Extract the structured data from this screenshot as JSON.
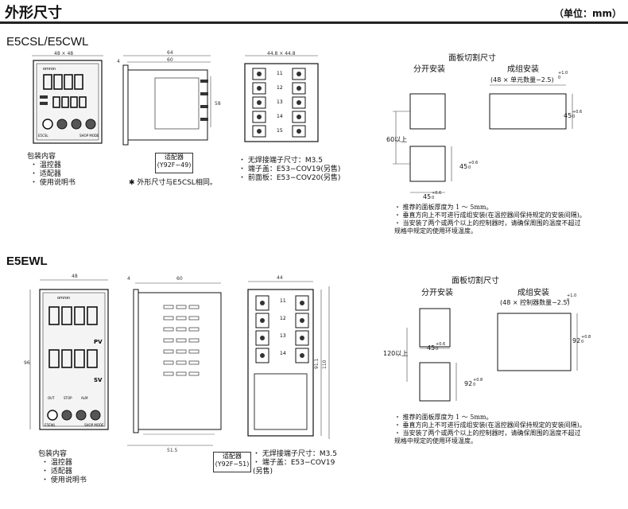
{
  "header": {
    "title": "外形尺寸",
    "unit": "（单位：mm）"
  },
  "section1": {
    "model": "E5CSL/E5CWL",
    "front": {
      "dim_w": "48 × 48",
      "brand": "omron",
      "model_tag": "E5CSL",
      "mode": "SHOP MODE"
    },
    "side": {
      "dim_4": "4",
      "dim_64": "64",
      "dim_60": "60",
      "dim_58": "58",
      "adapter": [
        "适配器",
        "(Y92F−49)"
      ]
    },
    "back": {
      "dim_w": "44.8 × 44.8",
      "terminals": [
        "11",
        "12",
        "13",
        "14",
        "15"
      ]
    },
    "package": {
      "title": "包装内容",
      "items": [
        "・ 温控器",
        "・ 适配器",
        "・ 使用说明书"
      ]
    },
    "same_note": "✱ 外形尺寸与E5CSL相同。",
    "spec": [
      "・ 无焊接端子尺寸：M3.5",
      "・ 端子盖：E53−COV19(另售)",
      "・ 前面板：E53−COV20(另售)"
    ],
    "cutout": {
      "title": "面板切割尺寸",
      "separate": "分开安装",
      "group": "成组安装",
      "group_dim": "(48 × 单元数量−2.5)",
      "tol_1": "+1.0",
      "tol_0": "0",
      "dim_45": "45",
      "tol_06": "+0.6",
      "dim_60": "60以上"
    },
    "notes": [
      "・ 推荐的面板厚度为 1 ～ 5mm。",
      "・ 垂直方向上不可进行成组安装(在温控器间保持规定的安装间隔)。",
      "・ 当安装了两个或两个以上的控制器时，请确保周围的温度不超过",
      "   规格中规定的使用环境温度。"
    ]
  },
  "section2": {
    "model": "E5EWL",
    "front": {
      "dim_48": "48",
      "dim_96": "96",
      "brand": "omron",
      "pv": "PV",
      "sv": "SV",
      "model_tag": "E5EWL",
      "mode": "SHOP MODE",
      "ind": [
        "OUT",
        "STOP",
        "ALM"
      ]
    },
    "side": {
      "dim_4": "4",
      "dim_60": "60",
      "dim_515": "51.5",
      "adapter": [
        "适配器",
        "(Y92F−51)"
      ]
    },
    "back": {
      "dim_44": "44",
      "dim_911": "91.1",
      "dim_110": "110",
      "terminals": [
        "11",
        "12",
        "13",
        "14"
      ]
    },
    "package": {
      "title": "包装内容",
      "items": [
        "・ 温控器",
        "・ 适配器",
        "・ 使用说明书"
      ]
    },
    "spec": [
      "・ 无焊接端子尺寸：M3.5",
      "・ 端子盖：E53−COV19",
      "   (另售)"
    ],
    "cutout": {
      "title": "面板切割尺寸",
      "separate": "分开安装",
      "group": "成组安装",
      "group_dim": "(48 × 控制器数量−2.5)",
      "tol_1": "+1.0",
      "tol_0": "0",
      "dim_92": "92",
      "tol_08": "+0.8",
      "dim_45": "45",
      "tol_06": "+0.6",
      "dim_120": "120以上"
    },
    "notes": [
      "・ 推荐的面板厚度为 1 ～ 5mm。",
      "・ 垂直方向上不可进行成组安装(在温控器间保持规定的安装间隔)。",
      "・ 当安装了两个或两个以上的控制器时，请确保周围的温度不超过",
      "   规格中规定的使用环境温度。"
    ]
  }
}
